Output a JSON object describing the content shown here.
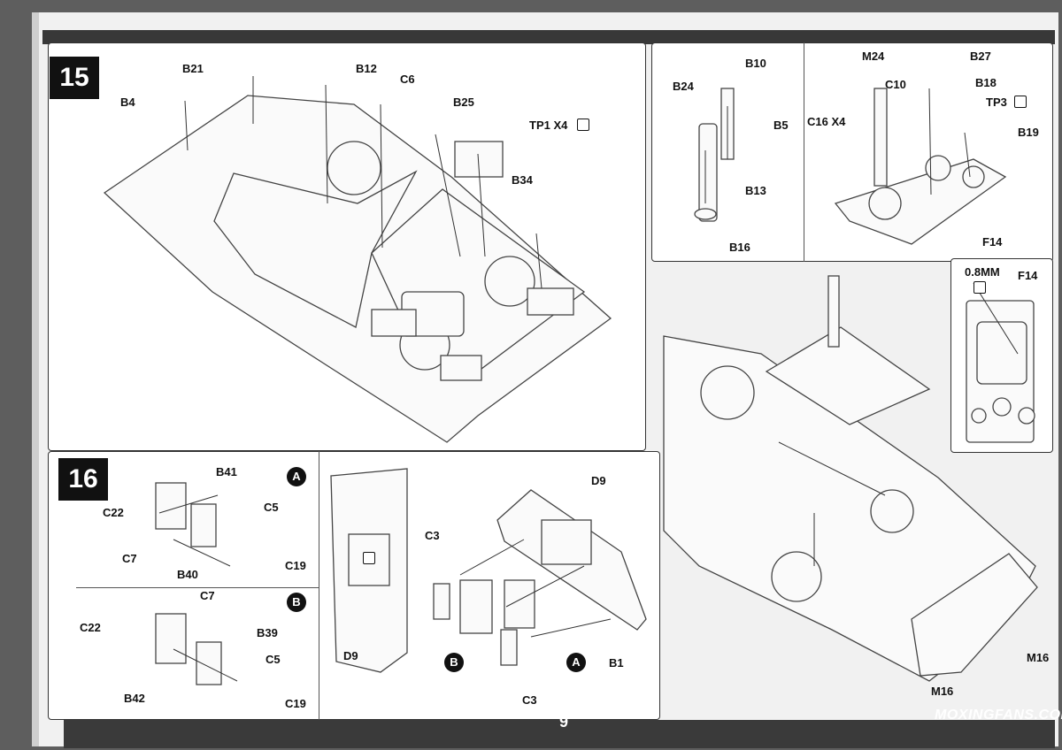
{
  "page_number": "9",
  "watermark": "MOXINGFANS.COM",
  "steps": [
    {
      "number": "15"
    },
    {
      "number": "16"
    }
  ],
  "step15_labels": {
    "b21": "B21",
    "b12": "B12",
    "c6": "C6",
    "b4": "B4",
    "b25": "B25",
    "tp1": "TP1 X4",
    "b34": "B34"
  },
  "turret_sub_labels": {
    "b24": "B24",
    "b10": "B10",
    "b5": "B5",
    "b13": "B13",
    "b16": "B16",
    "m24": "M24",
    "c10": "C10",
    "b27": "B27",
    "b18": "B18",
    "tp3": "TP3",
    "c16": "C16 X4",
    "b19": "B19",
    "f14": "F14"
  },
  "f14_detail": {
    "size": "0.8MM",
    "part": "F14"
  },
  "step16_labels": {
    "a_badge": "A",
    "b_badge": "B",
    "a": {
      "c22": "C22",
      "b41": "B41",
      "c5": "C5",
      "c7": "C7",
      "b40": "B40",
      "c19": "C19"
    },
    "b": {
      "c22": "C22",
      "c7": "C7",
      "b39": "B39",
      "c5": "C5",
      "b42": "B42",
      "c19": "C19"
    },
    "d9_left": "D9",
    "plate": {
      "d9": "D9",
      "c3_top": "C3",
      "c3_bottom": "C3",
      "b1": "B1",
      "badge_b": "B",
      "badge_a": "A"
    }
  },
  "final_labels": {
    "m16_a": "M16",
    "m16_b": "M16"
  }
}
